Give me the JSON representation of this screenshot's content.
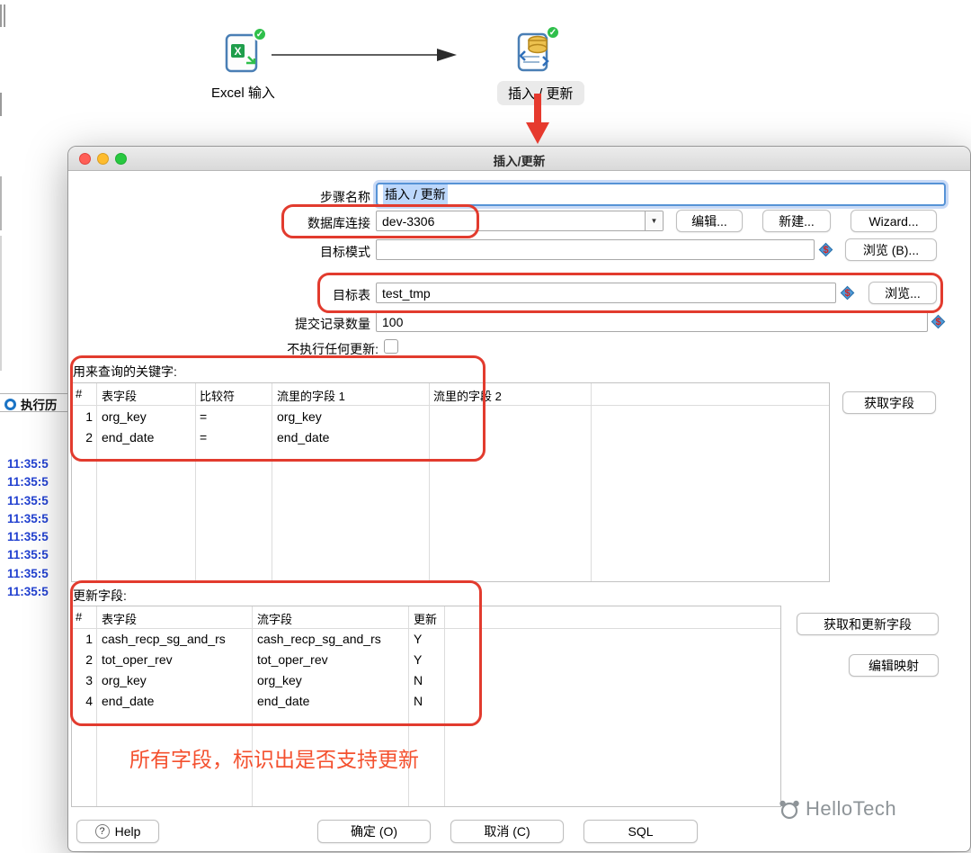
{
  "canvas": {
    "excel_step": "Excel 输入",
    "insert_step": "插入 / 更新"
  },
  "workspace": {
    "history_tab": "执行历",
    "log_lines": [
      "11:35:5",
      "11:35:5",
      "11:35:5",
      "11:35:5",
      "11:35:5",
      "11:35:5",
      "11:35:5",
      "11:35:5"
    ]
  },
  "dialog": {
    "title": "插入/更新",
    "step_name": {
      "label": "步骤名称",
      "value": "插入 / 更新"
    },
    "connection": {
      "label": "数据库连接",
      "value": "dev-3306",
      "edit": "编辑...",
      "new": "新建...",
      "wizard": "Wizard..."
    },
    "schema": {
      "label": "目标模式",
      "value": "",
      "browse": "浏览 (B)..."
    },
    "target_table": {
      "label": "目标表",
      "value": "test_tmp",
      "browse": "浏览..."
    },
    "commit": {
      "label": "提交记录数量",
      "value": "100"
    },
    "skip_lookup": {
      "label": "不执行任何更新:"
    },
    "keys": {
      "label": "用来查询的关键字:",
      "headers": [
        "#",
        "表字段",
        "比较符",
        "流里的字段 1",
        "流里的字段 2"
      ],
      "rows": [
        {
          "n": "1",
          "table_field": "org_key",
          "comparator": "=",
          "stream1": "org_key",
          "stream2": ""
        },
        {
          "n": "2",
          "table_field": "end_date",
          "comparator": "=",
          "stream1": "end_date",
          "stream2": ""
        }
      ],
      "get_fields": "获取字段"
    },
    "updates": {
      "label": "更新字段:",
      "headers": [
        "#",
        "表字段",
        "流字段",
        "更新"
      ],
      "rows": [
        {
          "n": "1",
          "table_field": "cash_recp_sg_and_rs",
          "stream_field": "cash_recp_sg_and_rs",
          "update": "Y"
        },
        {
          "n": "2",
          "table_field": "tot_oper_rev",
          "stream_field": "tot_oper_rev",
          "update": "Y"
        },
        {
          "n": "3",
          "table_field": "org_key",
          "stream_field": "org_key",
          "update": "N"
        },
        {
          "n": "4",
          "table_field": "end_date",
          "stream_field": "end_date",
          "update": "N"
        }
      ],
      "get_update_fields": "获取和更新字段",
      "edit_mapping": "编辑映射"
    },
    "annotation": "所有字段，标识出是否支持更新",
    "footer": {
      "help": "Help",
      "ok": "确定 (O)",
      "cancel": "取消 (C)",
      "sql": "SQL"
    }
  },
  "watermark": "HelloTech",
  "icons": {
    "dropdown": "▼",
    "check": "✓",
    "help": "?",
    "variable": "$"
  },
  "colors": {
    "annotation_red": "#e23b2e",
    "log_blue": "#2140d0",
    "focus_blue": "#5693d6",
    "badge_green": "#2fbf4b"
  }
}
